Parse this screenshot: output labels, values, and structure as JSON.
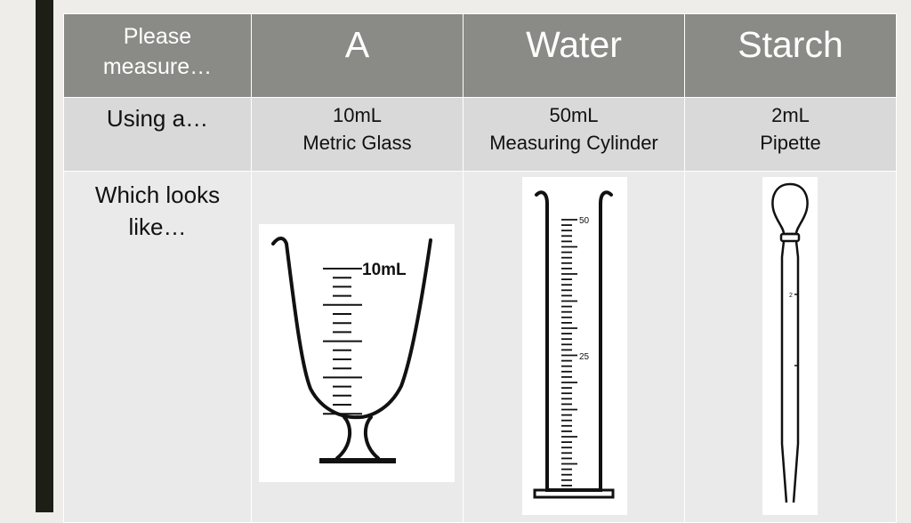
{
  "header": {
    "col0": [
      "Please",
      "measure…"
    ],
    "col1": "A",
    "col2": "Water",
    "col3": "Starch"
  },
  "row_using": {
    "label": "Using a…",
    "items": [
      {
        "volume": "10mL",
        "name": "Metric Glass"
      },
      {
        "volume": "50mL",
        "name": "Measuring Cylinder"
      },
      {
        "volume": "2mL",
        "name": "Pipette"
      }
    ]
  },
  "row_looks": {
    "label": [
      "Which looks",
      "like…"
    ]
  },
  "illustrations": {
    "metric_glass_mark": "10mL",
    "cylinder_top_mark": "50",
    "cylinder_mid_mark": "25",
    "pipette_mark": "2"
  }
}
